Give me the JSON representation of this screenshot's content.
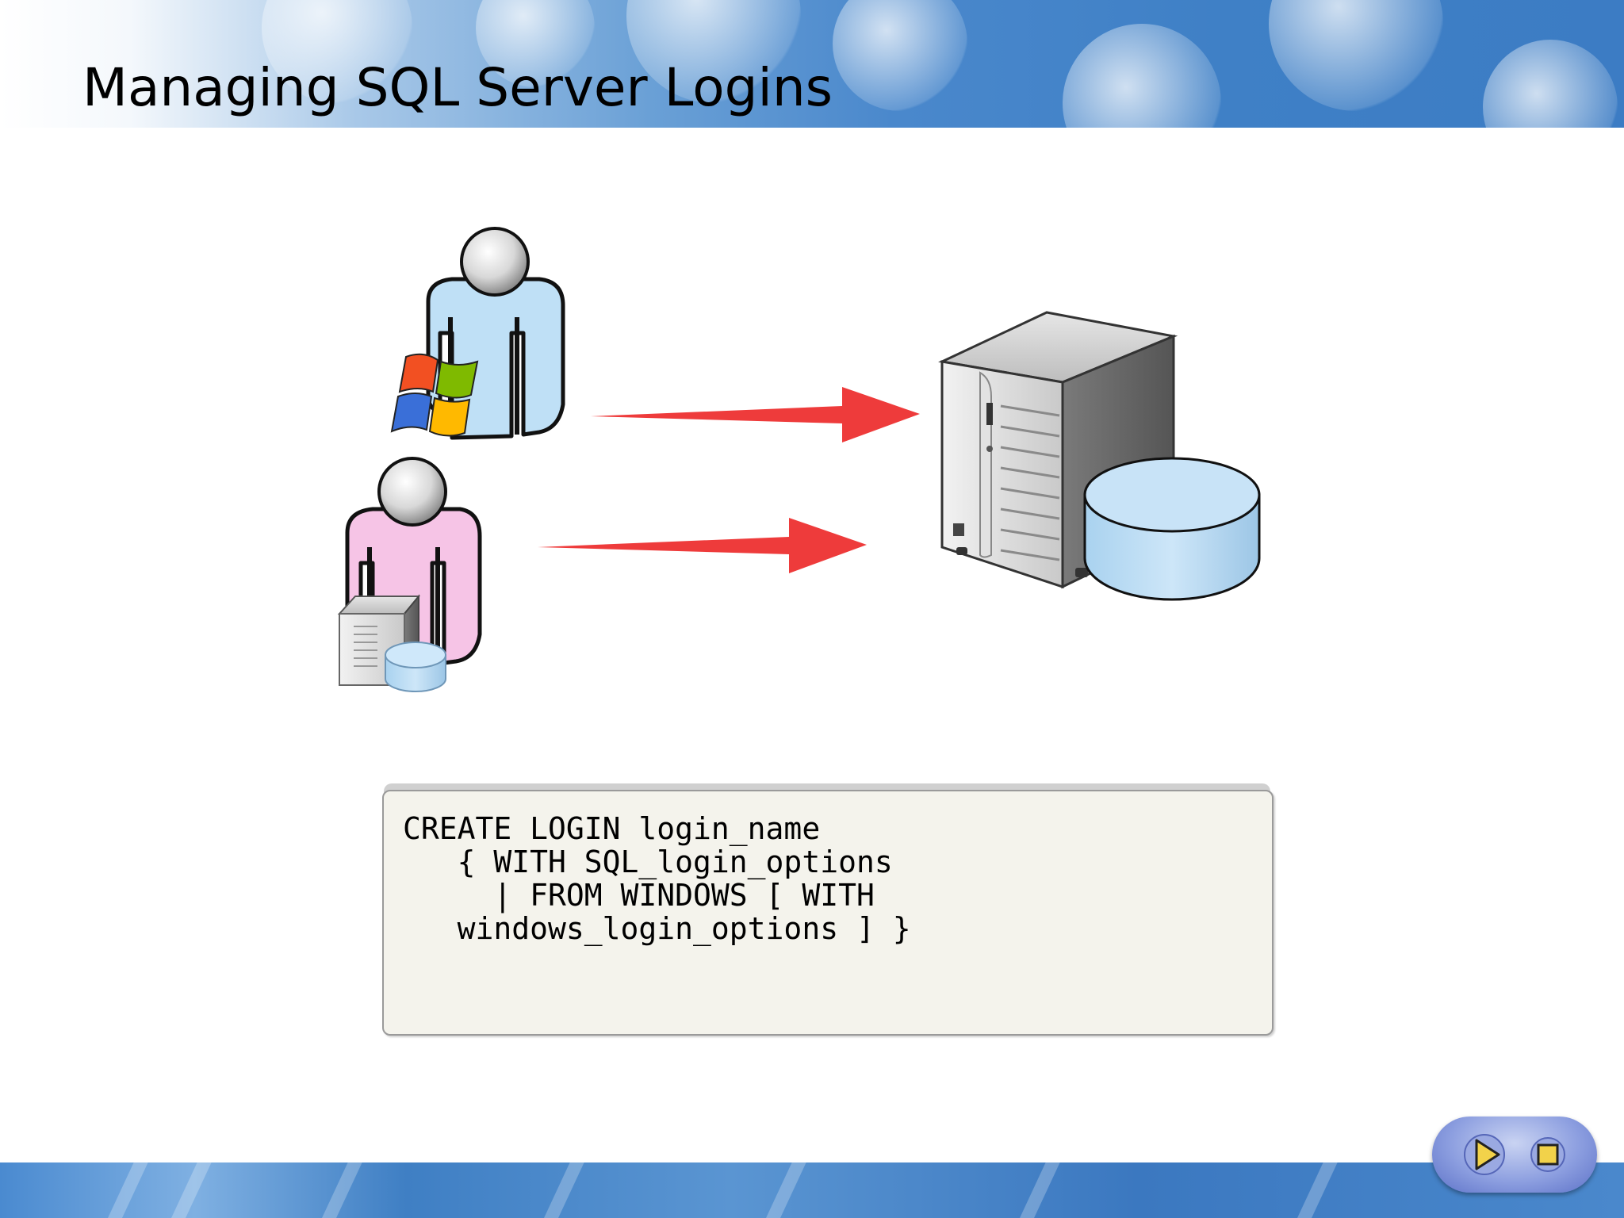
{
  "slide": {
    "title": "Managing SQL Server Logins"
  },
  "diagram": {
    "nodes": [
      {
        "id": "windows-user",
        "icon": "windows-user-icon"
      },
      {
        "id": "sql-user",
        "icon": "sql-server-user-icon"
      },
      {
        "id": "sql-server",
        "icon": "database-server-icon"
      }
    ],
    "edges": [
      {
        "from": "windows-user",
        "to": "sql-server",
        "color": "#ee3b3b"
      },
      {
        "from": "sql-user",
        "to": "sql-server",
        "color": "#ee3b3b"
      }
    ]
  },
  "code": {
    "lines": [
      "CREATE LOGIN login_name",
      "   { WITH SQL_login_options",
      "     | FROM WINDOWS [ WITH",
      "   windows_login_options ] }"
    ]
  },
  "nav": {
    "play_icon": "play-icon",
    "stop_icon": "stop-icon"
  },
  "colors": {
    "arrow": "#ee3b3b",
    "windows_user_body": "#bfe0f6",
    "sql_user_body": "#f6c4e6",
    "database": "#bfe0f6",
    "code_background": "#f4f3ec"
  }
}
